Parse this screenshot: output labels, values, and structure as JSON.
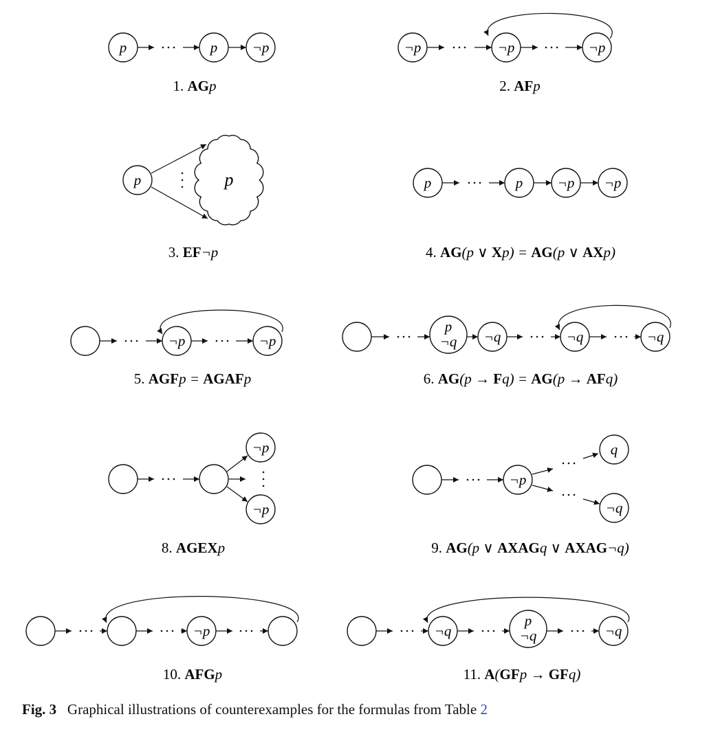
{
  "symbols": {
    "p": "p",
    "not_p": "¬p",
    "q": "q",
    "not_q": "¬q"
  },
  "captions": {
    "c1": [
      "1. ",
      "AG",
      "p"
    ],
    "c2": [
      "2. ",
      "AF",
      "p"
    ],
    "c3": [
      "3. ",
      "EF",
      "¬p"
    ],
    "c4": [
      "4. ",
      "AG",
      "(p ∨ ",
      "X",
      "p) = ",
      "AG",
      "(p ∨ ",
      "AX",
      "p)"
    ],
    "c5": [
      "5. ",
      "AGF",
      "p = ",
      "AGAF",
      "p"
    ],
    "c6": [
      "6. ",
      "AG",
      "(p → ",
      "F",
      "q) = ",
      "AG",
      "(p → ",
      "AF",
      "q)"
    ],
    "c8": [
      "8. ",
      "AGEX",
      "p"
    ],
    "c9": [
      "9. ",
      "AG",
      "(p  ∨ ",
      "AXAG",
      "q ∨ ",
      "AXAG",
      "¬q)"
    ],
    "c10": [
      "10. ",
      "AFG",
      "p"
    ],
    "c11": [
      "11. ",
      "A",
      "(",
      "GF",
      "p → ",
      "GF",
      "q)"
    ]
  },
  "figure_caption": {
    "label": "Fig. 3",
    "text": "Graphical illustrations of counterexamples for the formulas from Table ",
    "ref": "2"
  }
}
